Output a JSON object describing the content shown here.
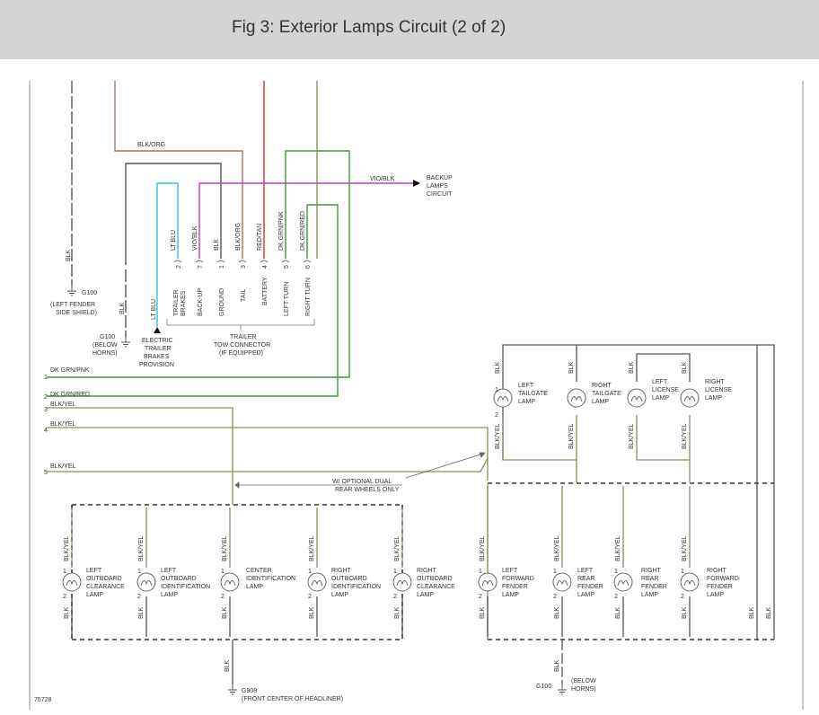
{
  "header": {
    "title": "Fig 3: Exterior Lamps Circuit (2 of 2)"
  },
  "colors": {
    "blk": "#555555",
    "brown": "#a7765a",
    "red": "#cc3333",
    "olive": "#8d8f58",
    "green": "#3a9a3a",
    "magenta": "#c03cc8",
    "cyan": "#29c6e0"
  },
  "wires": {
    "blk_org_top": "BLK/ORG",
    "vio_blk_top": "VIO/BLK",
    "backup_lamps_circuit": [
      "BACKUP",
      "LAMPS",
      "CIRCUIT"
    ]
  },
  "connector": {
    "pins": [
      {
        "wire": "LT BLU",
        "num": "2",
        "func": [
          "TRAILER",
          "BRAKES"
        ]
      },
      {
        "wire": "VIO/BLK",
        "num": "7",
        "func": [
          "BACK-UP"
        ]
      },
      {
        "wire": "BLK",
        "num": "1",
        "func": [
          "GROUND"
        ]
      },
      {
        "wire": "BLK/ORG",
        "num": "3",
        "func": [
          "TAIL"
        ]
      },
      {
        "wire": "RED/TAN",
        "num": "4",
        "func": [
          "BATTERY"
        ]
      },
      {
        "wire": "DK GRN/PNK",
        "num": "5",
        "func": [
          "LEFT TURN"
        ]
      },
      {
        "wire": "DK GRN/RED",
        "num": "6",
        "func": [
          "RIGHT TURN"
        ]
      }
    ],
    "name": [
      "TRAILER",
      "TOW CONNECTOR",
      "(IF EQUIPPED)"
    ]
  },
  "left_grounds": {
    "g100_wire": "BLK",
    "g100_label": "G100",
    "g100_desc": [
      "(LEFT FENDER",
      "SIDE SHIELD)"
    ],
    "g100b_wire": "BLK",
    "g100b_label": [
      "G100",
      "(BELOW",
      "HORNS)"
    ],
    "lt_blu": "LT BLU",
    "etb": [
      "ELECTRIC",
      "TRAILER",
      "BRAKES",
      "PROVISION"
    ]
  },
  "feeds": [
    {
      "num": "1",
      "label": "DK GRN/PNK"
    },
    {
      "num": "2",
      "label": "DK GRN/RED"
    },
    {
      "num": "3",
      "label": "BLK/YEL"
    },
    {
      "num": "4",
      "label": "BLK/YEL"
    },
    {
      "num": "5",
      "label": "BLK/YEL"
    }
  ],
  "note": [
    "W/ OPTIONAL DUAL",
    "REAR WHEELS ONLY"
  ],
  "upper_lamps": [
    {
      "top": "BLK",
      "bottom": "BLK/YEL",
      "pin_top": "1",
      "pin_bottom": "2",
      "name": [
        "LEFT",
        "TAILGATE",
        "LAMP"
      ]
    },
    {
      "top": "BLK",
      "bottom": "BLK/YEL",
      "pin_top": "",
      "pin_bottom": "",
      "name": [
        "RIGHT",
        "TAILGATE",
        "LAMP"
      ]
    },
    {
      "top": "BLK",
      "bottom": "BLK/YEL",
      "pin_top": "",
      "pin_bottom": "",
      "name": [
        "LEFT",
        "LICENSE",
        "LAMP"
      ]
    },
    {
      "top": "BLK",
      "bottom": "BLK/YEL",
      "pin_top": "",
      "pin_bottom": "",
      "name": [
        "RIGHT",
        "LICENSE",
        "LAMP"
      ]
    }
  ],
  "lower_lamps": [
    {
      "top": "BLK/YEL",
      "bottom": "BLK",
      "pin_top": "1",
      "pin_bottom": "2",
      "name": [
        "LEFT",
        "OUTBOARD",
        "CLEARANCE",
        "LAMP"
      ]
    },
    {
      "top": "BLK/YEL",
      "bottom": "BLK",
      "pin_top": "1",
      "pin_bottom": "2",
      "name": [
        "LEFT",
        "OUTBOARD",
        "IDENTIFICATION",
        "LAMP"
      ]
    },
    {
      "top": "BLK/YEL",
      "bottom": "BLK",
      "pin_top": "1",
      "pin_bottom": "2",
      "name": [
        "CENTER",
        "IDENTIFICATION",
        "LAMP"
      ]
    },
    {
      "top": "BLK/YEL",
      "bottom": "BLK",
      "pin_top": "1",
      "pin_bottom": "2",
      "name": [
        "RIGHT",
        "OUTBOARD",
        "IDENTIFICATION",
        "LAMP"
      ]
    },
    {
      "top": "BLK/YEL",
      "bottom": "BLK",
      "pin_top": "1",
      "pin_bottom": "2",
      "name": [
        "RIGHT",
        "OUTBOARD",
        "CLEARANCE",
        "LAMP"
      ]
    },
    {
      "top": "BLK/YEL",
      "bottom": "BLK",
      "pin_top": "1",
      "pin_bottom": "2",
      "name": [
        "LEFT",
        "FORWARD",
        "FENDER",
        "LAMP"
      ]
    },
    {
      "top": "BLK/YEL",
      "bottom": "BLK",
      "pin_top": "1",
      "pin_bottom": "2",
      "name": [
        "LEFT",
        "REAR",
        "FENDER",
        "LAMP"
      ]
    },
    {
      "top": "BLK/YEL",
      "bottom": "BLK",
      "pin_top": "1",
      "pin_bottom": "2",
      "name": [
        "RIGHT",
        "REAR",
        "FENDER",
        "LAMP"
      ]
    },
    {
      "top": "BLK/YEL",
      "bottom": "BLK",
      "pin_top": "1",
      "pin_bottom": "2",
      "name": [
        "RIGHT",
        "FORWARD",
        "FENDER",
        "LAMP"
      ]
    }
  ],
  "right_blk_wires": [
    "BLK",
    "BLK"
  ],
  "bottom": {
    "g908_wire": "BLK",
    "g908_label": "G908",
    "g908_desc": "(FRONT CENTER OF HEADLINER)",
    "g100_wire": "BLK",
    "g100_label": "G100",
    "g100_desc": [
      "(BELOW",
      "HORNS)"
    ],
    "fig_id": "75728"
  }
}
